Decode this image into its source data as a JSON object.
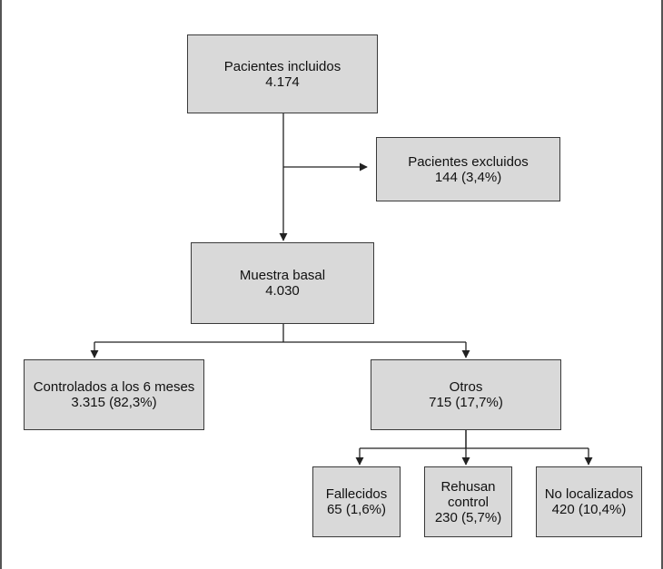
{
  "colors": {
    "box_fill": "#d9d9d9",
    "box_border": "#3a3a3a",
    "line": "#222222"
  },
  "nodes": {
    "incluidos": {
      "label": "Pacientes incluidos",
      "value": "4.174"
    },
    "excluidos": {
      "label": "Pacientes excluidos",
      "value": "144 (3,4%)"
    },
    "basal": {
      "label": "Muestra basal",
      "value": "4.030"
    },
    "controlados": {
      "label": "Controlados a los 6 meses",
      "value": "3.315 (82,3%)"
    },
    "otros": {
      "label": "Otros",
      "value": "715 (17,7%)"
    },
    "fallecidos": {
      "label": "Fallecidos",
      "value": "65 (1,6%)"
    },
    "rehusan": {
      "label_line1": "Rehusan",
      "label_line2": "control",
      "value": "230 (5,7%)"
    },
    "no_localizados": {
      "label": "No localizados",
      "value": "420 (10,4%)"
    }
  }
}
